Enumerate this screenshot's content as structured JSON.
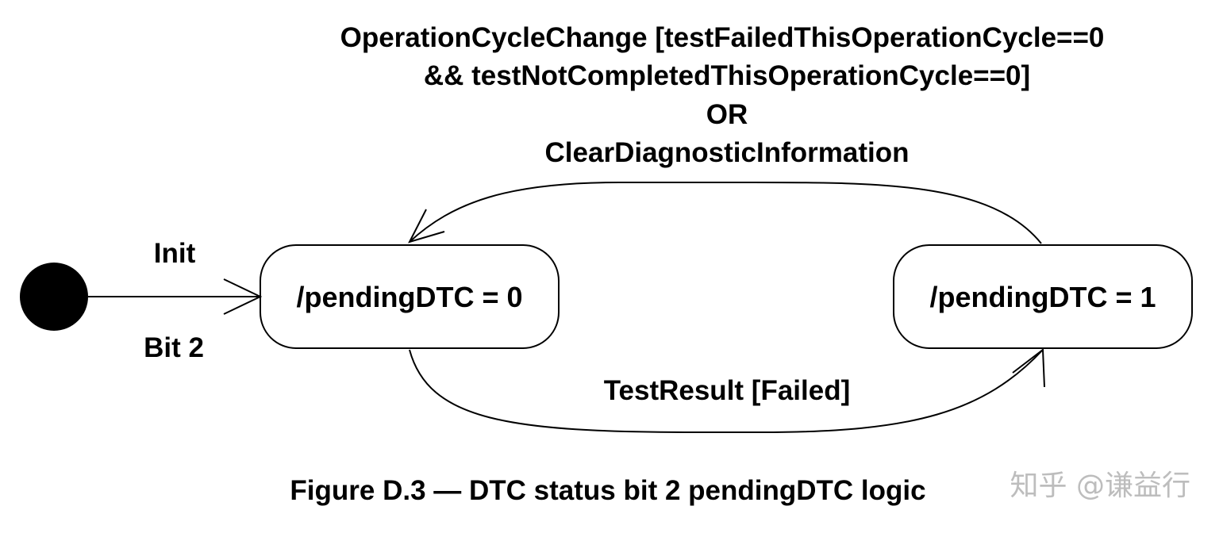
{
  "colors": {
    "ink": "#000000",
    "background": "#ffffff",
    "watermark": "#bdbdbd"
  },
  "initial_state": {
    "marker": "filled-circle-icon",
    "labels": [
      "Init",
      "Bit 2"
    ]
  },
  "states": [
    {
      "label": "/pendingDTC = 0"
    },
    {
      "label": "/pendingDTC = 1"
    }
  ],
  "transitions": {
    "reset_guard": [
      "OperationCycleChange [testFailedThisOperationCycle==0",
      "&& testNotCompletedThisOperationCycle==0]",
      "OR",
      "ClearDiagnosticInformation"
    ],
    "fail_guard": "TestResult [Failed]"
  },
  "caption": "Figure D.3 — DTC status bit 2 pendingDTC logic",
  "watermark": "知乎 @谦益行"
}
